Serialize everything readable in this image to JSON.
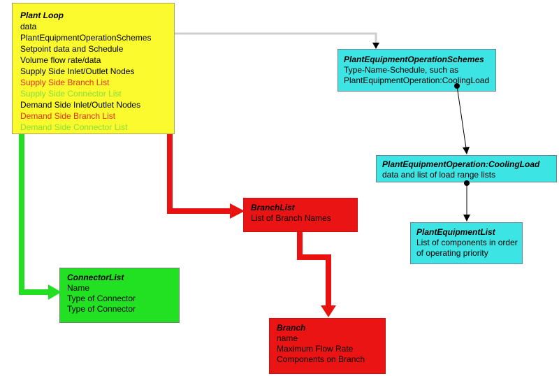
{
  "colors": {
    "yellow_box": "#fafa2e",
    "cyan_box": "#3ce4e4",
    "red_box": "#eb1414",
    "green_box": "#22e022",
    "red_text": "#e33115",
    "green_text": "#85e03c",
    "gray_connector": "#cdcdcd",
    "red_arrow": "#ea1111",
    "green_arrow": "#22df22",
    "black_connector": "#000000"
  },
  "boxes": {
    "plant_loop": {
      "title": "Plant Loop",
      "lines": [
        {
          "text": "data",
          "color": "black"
        },
        {
          "text": "PlantEquipmentOperationSchemes",
          "color": "black"
        },
        {
          "text": "Setpoint data and Schedule",
          "color": "black"
        },
        {
          "text": "Volume flow rate/data",
          "color": "black"
        },
        {
          "text": "Supply Side Inlet/Outlet Nodes",
          "color": "black"
        },
        {
          "text": "Supply Side Branch List",
          "color": "red"
        },
        {
          "text": "Supply Side Connector List",
          "color": "green"
        },
        {
          "text": "Demand Side Inlet/Outlet Nodes",
          "color": "black"
        },
        {
          "text": "Demand Side Branch List",
          "color": "red"
        },
        {
          "text": "Demand Side Connector List",
          "color": "green"
        }
      ]
    },
    "operation_schemes": {
      "title": "PlantEquipmentOperationSchemes",
      "lines": [
        {
          "text": "Type-Name-Schedule, such as"
        },
        {
          "text": "PlantEquipmentOperation:CoolingLoad"
        }
      ]
    },
    "cooling_load": {
      "title": "PlantEquipmentOperation:CoolingLoad",
      "lines": [
        {
          "text": "data and list of load range lists"
        }
      ]
    },
    "equipment_list": {
      "title": "PlantEquipmentList",
      "lines": [
        {
          "text": "List of components in order"
        },
        {
          "text": "of operating priority"
        }
      ]
    },
    "branch_list": {
      "title": "BranchList",
      "lines": [
        {
          "text": "List of Branch Names"
        }
      ]
    },
    "connector_list": {
      "title": "ConnectorList",
      "lines": [
        {
          "text": "Name"
        },
        {
          "text": "Type of Connector"
        },
        {
          "text": "Type of Connector"
        }
      ]
    },
    "branch": {
      "title": "Branch",
      "lines": [
        {
          "text": "name"
        },
        {
          "text": "Maximum Flow Rate"
        },
        {
          "text": "Components on Branch"
        }
      ]
    }
  }
}
